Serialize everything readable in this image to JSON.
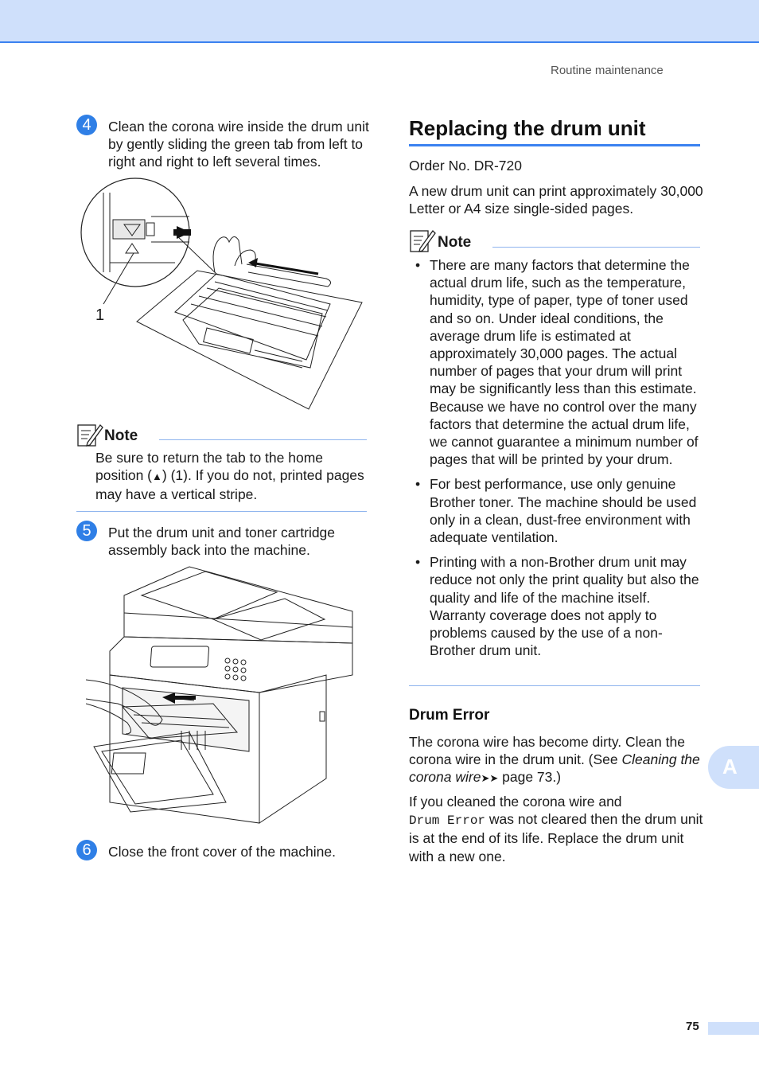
{
  "header": {
    "running_head": "Routine maintenance"
  },
  "left": {
    "step4": {
      "number": "4",
      "text": "Clean the corona wire inside the drum unit by gently sliding the green tab from left to right and right to left several times."
    },
    "figure1": {
      "callout": "1"
    },
    "note": {
      "heading": "Note",
      "text_before": "Be sure to return the tab to the home position (",
      "symbol": "▲",
      "text_after": ") (1). If you do not, printed pages may have a vertical stripe."
    },
    "step5": {
      "number": "5",
      "text": "Put the drum unit and toner cartridge assembly back into the machine."
    },
    "step6": {
      "number": "6",
      "text": "Close the front cover of the machine."
    }
  },
  "right": {
    "title": "Replacing the drum unit",
    "order_no": "Order No. DR-720",
    "intro": "A new drum unit can print approximately 30,000 Letter or A4 size single-sided pages.",
    "note": {
      "heading": "Note",
      "bullets": [
        "There are many factors that determine the actual drum life, such as the temperature, humidity, type of paper, type of toner used and so on. Under ideal conditions, the average drum life is estimated at approximately 30,000 pages. The actual number of pages that your drum will print may be significantly less than this estimate. Because we have no control over the many factors that determine the actual drum life, we cannot guarantee a minimum number of pages that will be printed by your drum.",
        "For best performance, use only genuine Brother toner. The machine should be used only in a clean, dust-free environment with adequate ventilation.",
        "Printing with a non-Brother drum unit may reduce not only the print quality but also the quality and life of the machine itself. Warranty coverage does not apply to problems caused by the use of a non-Brother drum unit."
      ]
    },
    "drum_error": {
      "heading": "Drum Error",
      "p1_a": "The corona wire has become dirty. Clean the corona wire in the drum unit. (See ",
      "p1_link": "Cleaning the corona wire",
      "p1_arrows": "➤➤",
      "p1_b": " page 73.)",
      "p2_a": "If you cleaned the corona wire and",
      "p2_code": "Drum Error",
      "p2_b": " was not cleared then the drum unit is at the end of its life. Replace the drum unit with a new one."
    }
  },
  "side_tab": "A",
  "page_number": "75",
  "colors": {
    "accent": "#2f7fe6",
    "header_band": "#cfe0fb",
    "rule": "#3b82f0"
  }
}
